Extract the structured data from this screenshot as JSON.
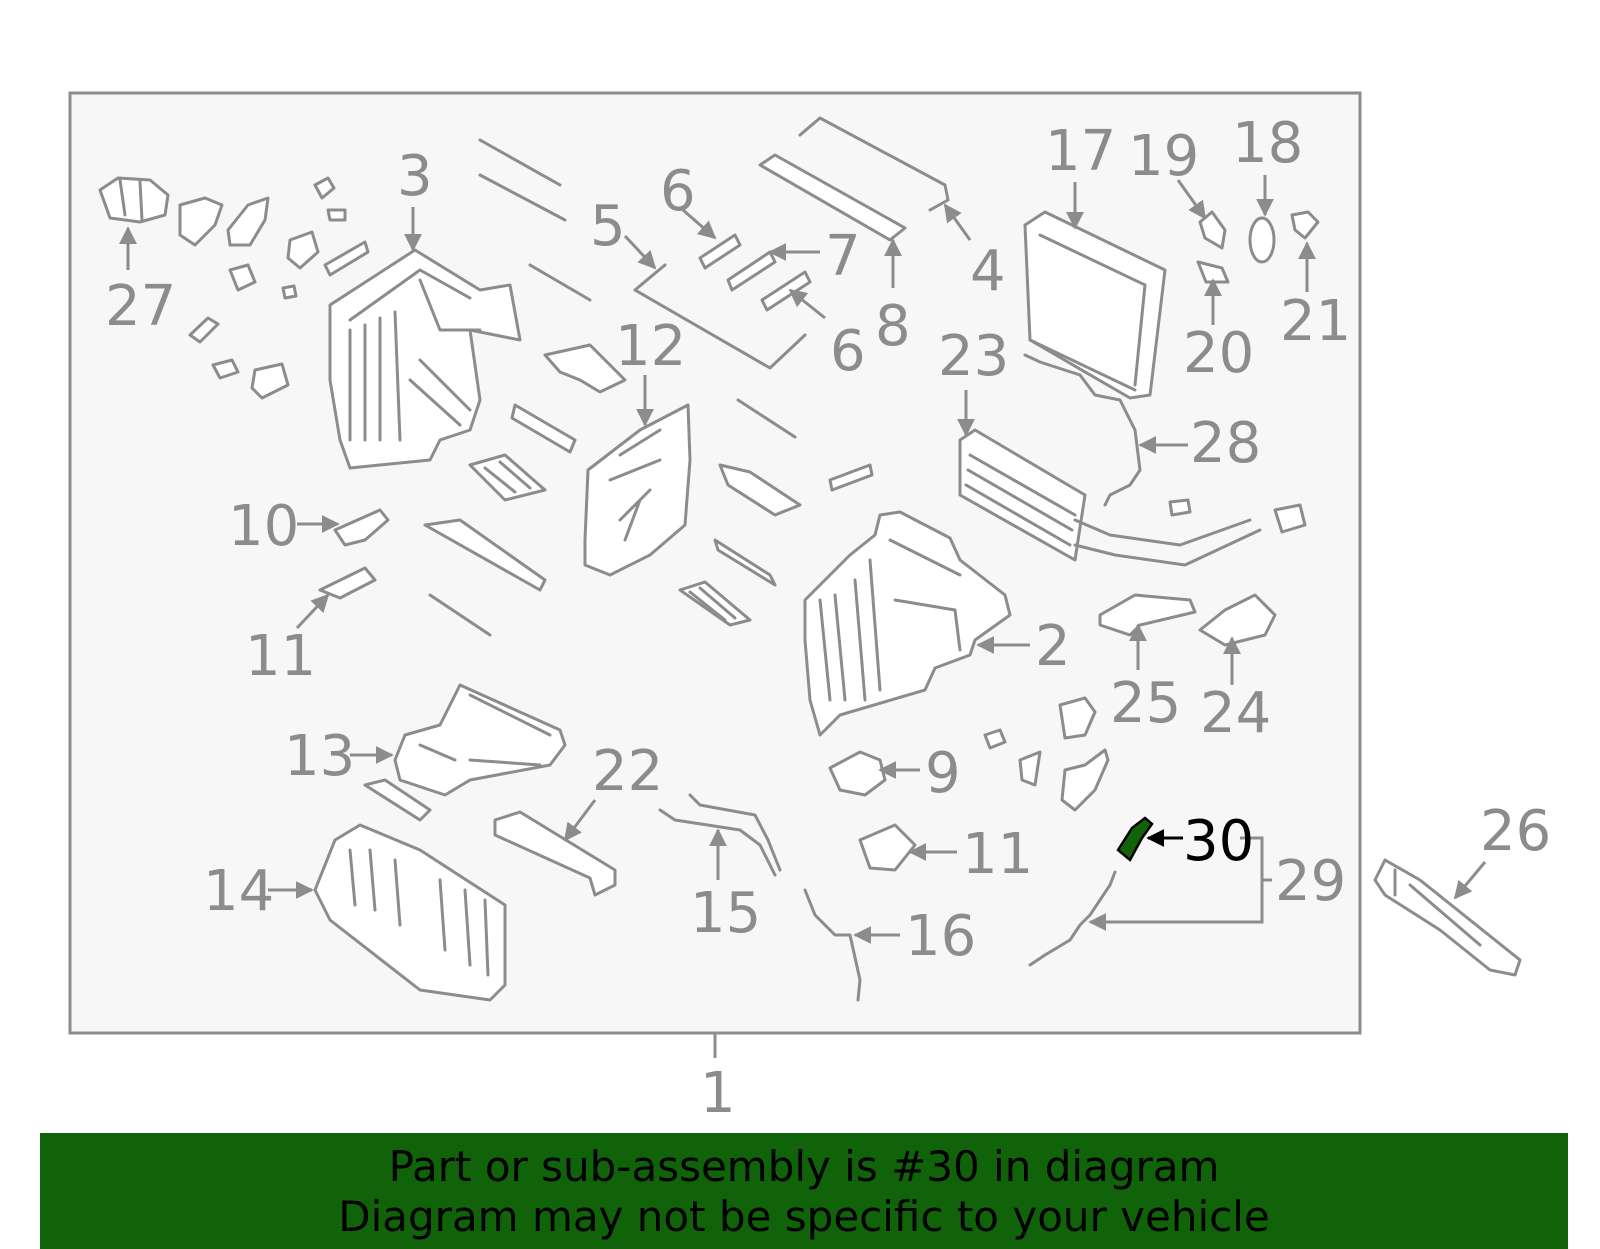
{
  "callouts": {
    "c1": "1",
    "c2": "2",
    "c3": "3",
    "c4": "4",
    "c5": "5",
    "c6a": "6",
    "c6b": "6",
    "c7": "7",
    "c8": "8",
    "c9": "9",
    "c10": "10",
    "c11a": "11",
    "c11b": "11",
    "c12": "12",
    "c13": "13",
    "c14": "14",
    "c15": "15",
    "c16": "16",
    "c17": "17",
    "c18": "18",
    "c19": "19",
    "c20": "20",
    "c21": "21",
    "c22": "22",
    "c23": "23",
    "c24": "24",
    "c25": "25",
    "c26": "26",
    "c27": "27",
    "c28": "28",
    "c29": "29",
    "c30": "30"
  },
  "highlight": {
    "part_number": "30",
    "color": "#116309"
  },
  "banner": {
    "line1": "Part or sub-assembly is #30 in diagram",
    "line2": "Diagram may not be specific to your vehicle",
    "background": "#116309"
  },
  "colors": {
    "line": "#8c8c8c",
    "frame_fill": "#f7f7f7"
  }
}
